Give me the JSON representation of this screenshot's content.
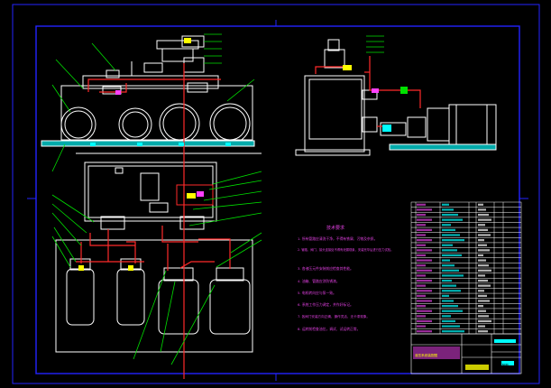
{
  "notes": {
    "heading": "技术要求",
    "lines": [
      "1. 所有管路应清洗干净，不得有铁屑、污物及杂质。",
      "2. 管路、阀门、接头连接处不得有泄漏现象，安装完毕后进行压力试验。",
      "3. 各液压元件安装前应检查其性能。",
      "4. 油箱、管路应涂防锈漆。",
      "5. 电机转向应与泵一致。",
      "6. 系统工作压力调定，并作好标记。",
      "7. 各阀门安装方向正确，操作灵活，无卡滞现象。",
      "8. 运转前检查油位，调试、试运转正常。"
    ]
  },
  "title_block": {
    "caption": "液压系统装配图",
    "code": "装配图"
  },
  "colors": {
    "background": "#000000",
    "frame": "#2323ff",
    "outline": "#ffffff",
    "pipe": "#ff2a2a",
    "leader": "#00e000",
    "cyan": "#00e5ff",
    "yellow": "#ffff00",
    "magenta": "#ff40ff",
    "note_text": "#e040e0"
  }
}
